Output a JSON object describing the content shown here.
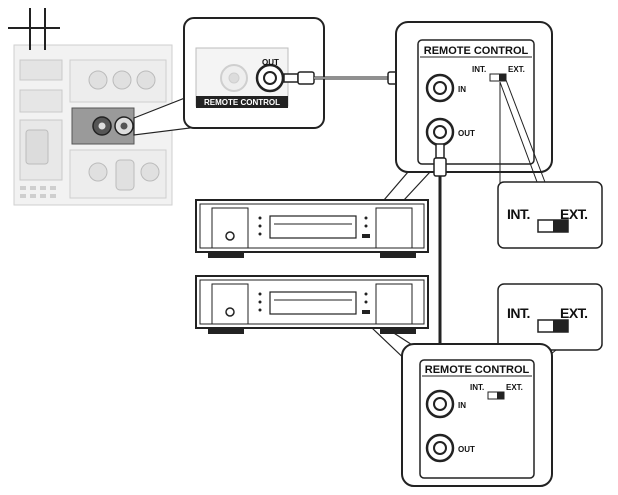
{
  "labels": {
    "remote_control": "REMOTE CONTROL",
    "in": "IN",
    "out": "OUT",
    "int": "INT.",
    "ext": "EXT."
  }
}
